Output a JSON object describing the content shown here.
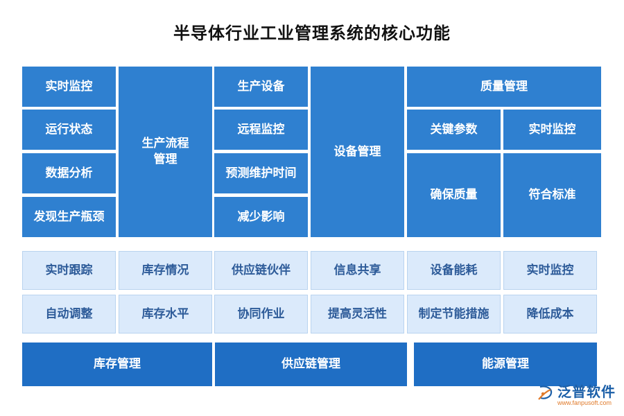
{
  "title": "半导体行业工业管理系统的核心功能",
  "colors": {
    "dark": "#2f80d0",
    "light": "#dbeafb",
    "base": "#1f6ec4"
  },
  "production_process": {
    "left_items": [
      "实时监控",
      "运行状态",
      "数据分析",
      "发现生产瓶颈"
    ],
    "label": "生产流程管理"
  },
  "equipment": {
    "left_items": [
      "生产设备",
      "远程监控",
      "预测维护时间",
      "减少影响"
    ],
    "label": "设备管理"
  },
  "quality": {
    "header": "质量管理",
    "items": [
      "关键参数",
      "实时监控",
      "确保质量",
      "符合标准"
    ]
  },
  "light_rows": [
    [
      "实时跟踪",
      "库存情况",
      "供应链伙伴",
      "信息共享",
      "设备能耗",
      "实时监控"
    ],
    [
      "自动调整",
      "库存水平",
      "协同作业",
      "提高灵活性",
      "制定节能措施",
      "降低成本"
    ]
  ],
  "base_modules": [
    "库存管理",
    "供应链管理",
    "能源管理"
  ],
  "watermark": {
    "name": "泛普软件",
    "url": "www.fanpusoft.com"
  }
}
